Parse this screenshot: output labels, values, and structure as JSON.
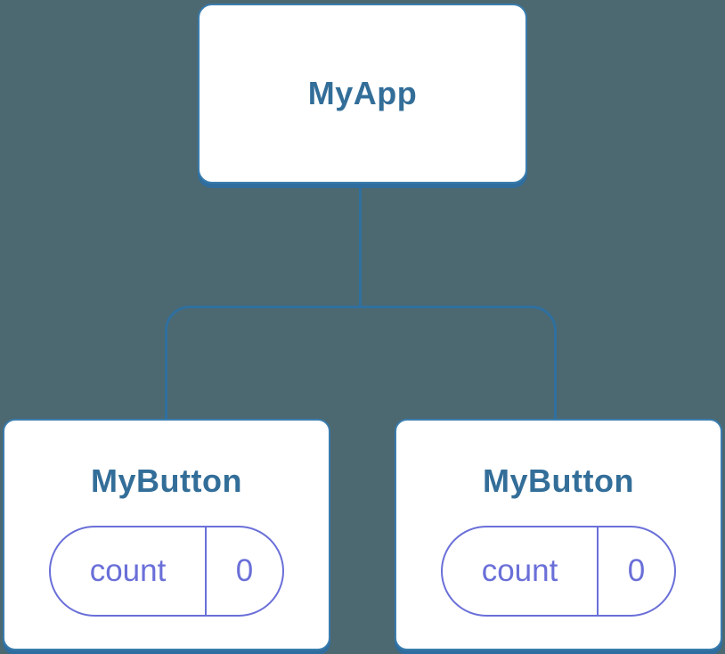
{
  "diagram": {
    "root": {
      "title": "MyApp"
    },
    "children": [
      {
        "title": "MyButton",
        "state": {
          "name": "count",
          "value": "0"
        }
      },
      {
        "title": "MyButton",
        "state": {
          "name": "count",
          "value": "0"
        }
      }
    ]
  },
  "colors": {
    "background": "#4C6871",
    "card_background": "#FFFFFF",
    "card_border": "#3A7CAD",
    "card_shadow": "#2E6D9E",
    "connector_line": "#2F709F",
    "title_text": "#336E99",
    "state_accent": "#6A6FD8"
  }
}
